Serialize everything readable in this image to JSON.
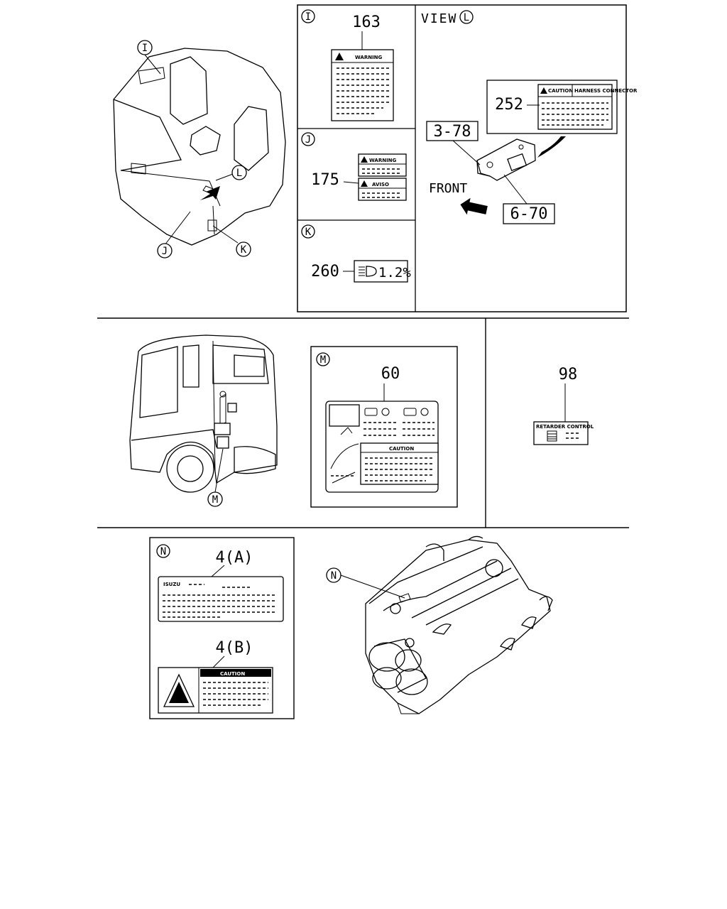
{
  "callouts": {
    "I": "I",
    "J": "J",
    "K": "K",
    "L": "L",
    "M": "M",
    "N": "N"
  },
  "panel_i": {
    "letter": "I",
    "part": "163",
    "label_title": "WARNING"
  },
  "panel_j": {
    "letter": "J",
    "part": "175",
    "label_title_1": "WARNING",
    "label_title_2": "AVISO"
  },
  "panel_k": {
    "letter": "K",
    "part": "260",
    "label_value": "1.2%"
  },
  "panel_view_l": {
    "view_text": "VIEW",
    "letter": "L",
    "part_label": "252",
    "label_title_1": "CAUTION",
    "label_title_2": "HARNESS CONNECTOR",
    "part_bracket": "3-78",
    "part_bolt": "6-70",
    "front_text": "FRONT"
  },
  "panel_m": {
    "letter": "M",
    "part": "60",
    "label_title": "CAUTION"
  },
  "panel_98": {
    "part": "98",
    "label_title": "RETARDER CONTROL"
  },
  "panel_n": {
    "letter": "N",
    "part_a": "4(A)",
    "brand": "ISUZU",
    "part_b": "4(B)",
    "label_b_title": "CAUTION"
  },
  "icons": {
    "warning": "warning-triangle-icon",
    "headlamp": "headlamp-icon",
    "front_arrow": "front-arrow-icon",
    "hazard": "hazard-triangle-icon"
  }
}
